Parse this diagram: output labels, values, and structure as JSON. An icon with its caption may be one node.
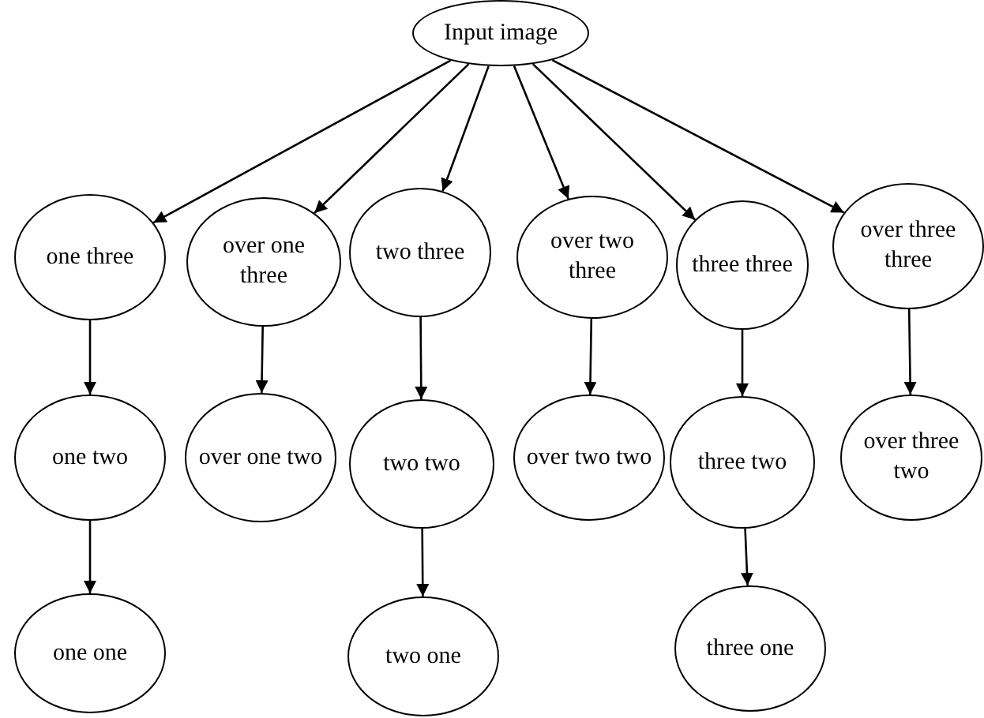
{
  "diagram": {
    "nodes": [
      {
        "text": [
          "Input image"
        ]
      },
      {
        "text": [
          "one three"
        ]
      },
      {
        "text": [
          "over one three"
        ]
      },
      {
        "text": [
          "two three"
        ]
      },
      {
        "text": [
          "over two three"
        ]
      },
      {
        "text": [
          "three three"
        ]
      },
      {
        "text": [
          "over three three"
        ]
      },
      {
        "text": [
          "one two"
        ]
      },
      {
        "text": [
          "over one two"
        ]
      },
      {
        "text": [
          "two two"
        ]
      },
      {
        "text": [
          "over two two"
        ]
      },
      {
        "text": [
          "three two"
        ]
      },
      {
        "text": [
          "over three two"
        ]
      },
      {
        "text": [
          "one one"
        ]
      },
      {
        "text": [
          "two one"
        ]
      },
      {
        "text": [
          "three one"
        ]
      }
    ],
    "edges": [
      {
        "from": 0,
        "to": 1,
        "arrow": "to"
      },
      {
        "from": 0,
        "to": 2,
        "arrow": "to"
      },
      {
        "from": 0,
        "to": 3,
        "arrow": "to"
      },
      {
        "from": 0,
        "to": 4,
        "arrow": "to"
      },
      {
        "from": 0,
        "to": 5,
        "arrow": "to"
      },
      {
        "from": 0,
        "to": 6,
        "arrow": "to"
      },
      {
        "from": 1,
        "to": 7,
        "arrow": "to"
      },
      {
        "from": 2,
        "to": 8,
        "arrow": "to"
      },
      {
        "from": 3,
        "to": 9,
        "arrow": "to"
      },
      {
        "from": 4,
        "to": 10,
        "arrow": "to"
      },
      {
        "from": 5,
        "to": 11,
        "arrow": "to"
      },
      {
        "from": 6,
        "to": 12,
        "arrow": "to"
      },
      {
        "from": 7,
        "to": 13,
        "arrow": "to"
      },
      {
        "from": 9,
        "to": 14,
        "arrow": "to"
      },
      {
        "from": 11,
        "to": 15,
        "arrow": "to"
      }
    ]
  }
}
